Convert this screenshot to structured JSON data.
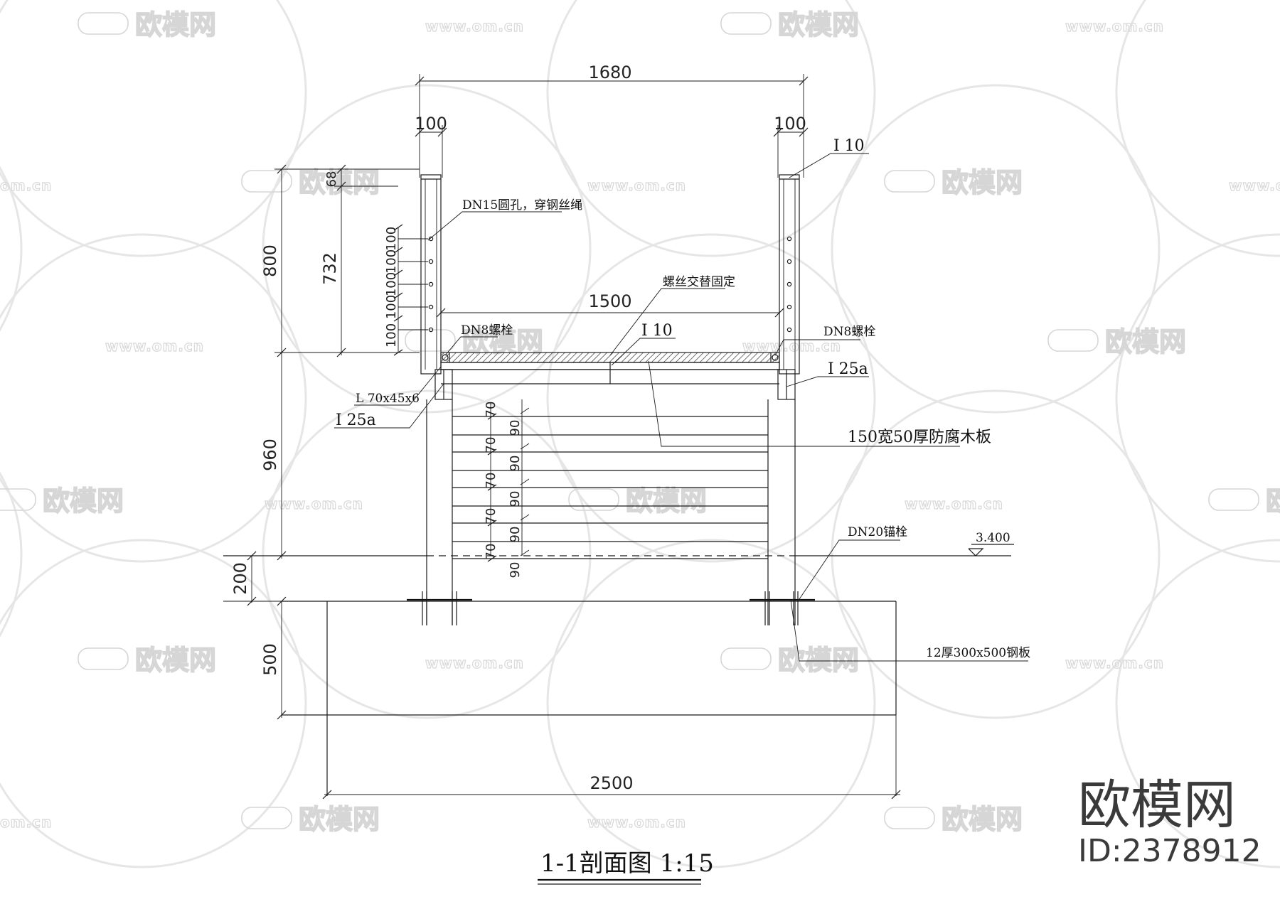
{
  "watermark": {
    "brand": "欧模网",
    "url": "www.om.cn",
    "url_short": "om.cn"
  },
  "logo": {
    "brand": "欧模网",
    "id": "ID:2378912"
  },
  "dimensions": {
    "top_width": "1680",
    "left_post": "100",
    "right_post": "100",
    "rail_span": "1500",
    "height_800": "800",
    "height_732": "732",
    "height_68": "68",
    "hole_spacing": [
      "100",
      "100",
      "100",
      "100",
      "100"
    ],
    "height_960": "960",
    "height_200": "200",
    "height_500": "500",
    "base_width": "2500",
    "stair_pairs": [
      [
        "70",
        "90"
      ],
      [
        "70",
        "90"
      ],
      [
        "70",
        "90"
      ],
      [
        "70",
        "90"
      ],
      [
        "70",
        "90"
      ]
    ]
  },
  "annotations": {
    "dn15_hole": "DN15圆孔，穿钢丝绳",
    "screw_fix": "螺丝交替固定",
    "dn8_left": "DN8螺栓",
    "dn8_right": "DN8螺栓",
    "i10_top": "I 10",
    "i10_mid": "I 10",
    "i25a_right": "I 25a",
    "i25a_left": "I 25a",
    "angle": "L 70x45x6",
    "wood_board": "150宽50厚防腐木板",
    "anchor": "DN20锚栓",
    "elevation": "3.400",
    "steel_plate": "12厚300x500钢板"
  },
  "title": {
    "text": "1-1剖面图   1:15"
  }
}
